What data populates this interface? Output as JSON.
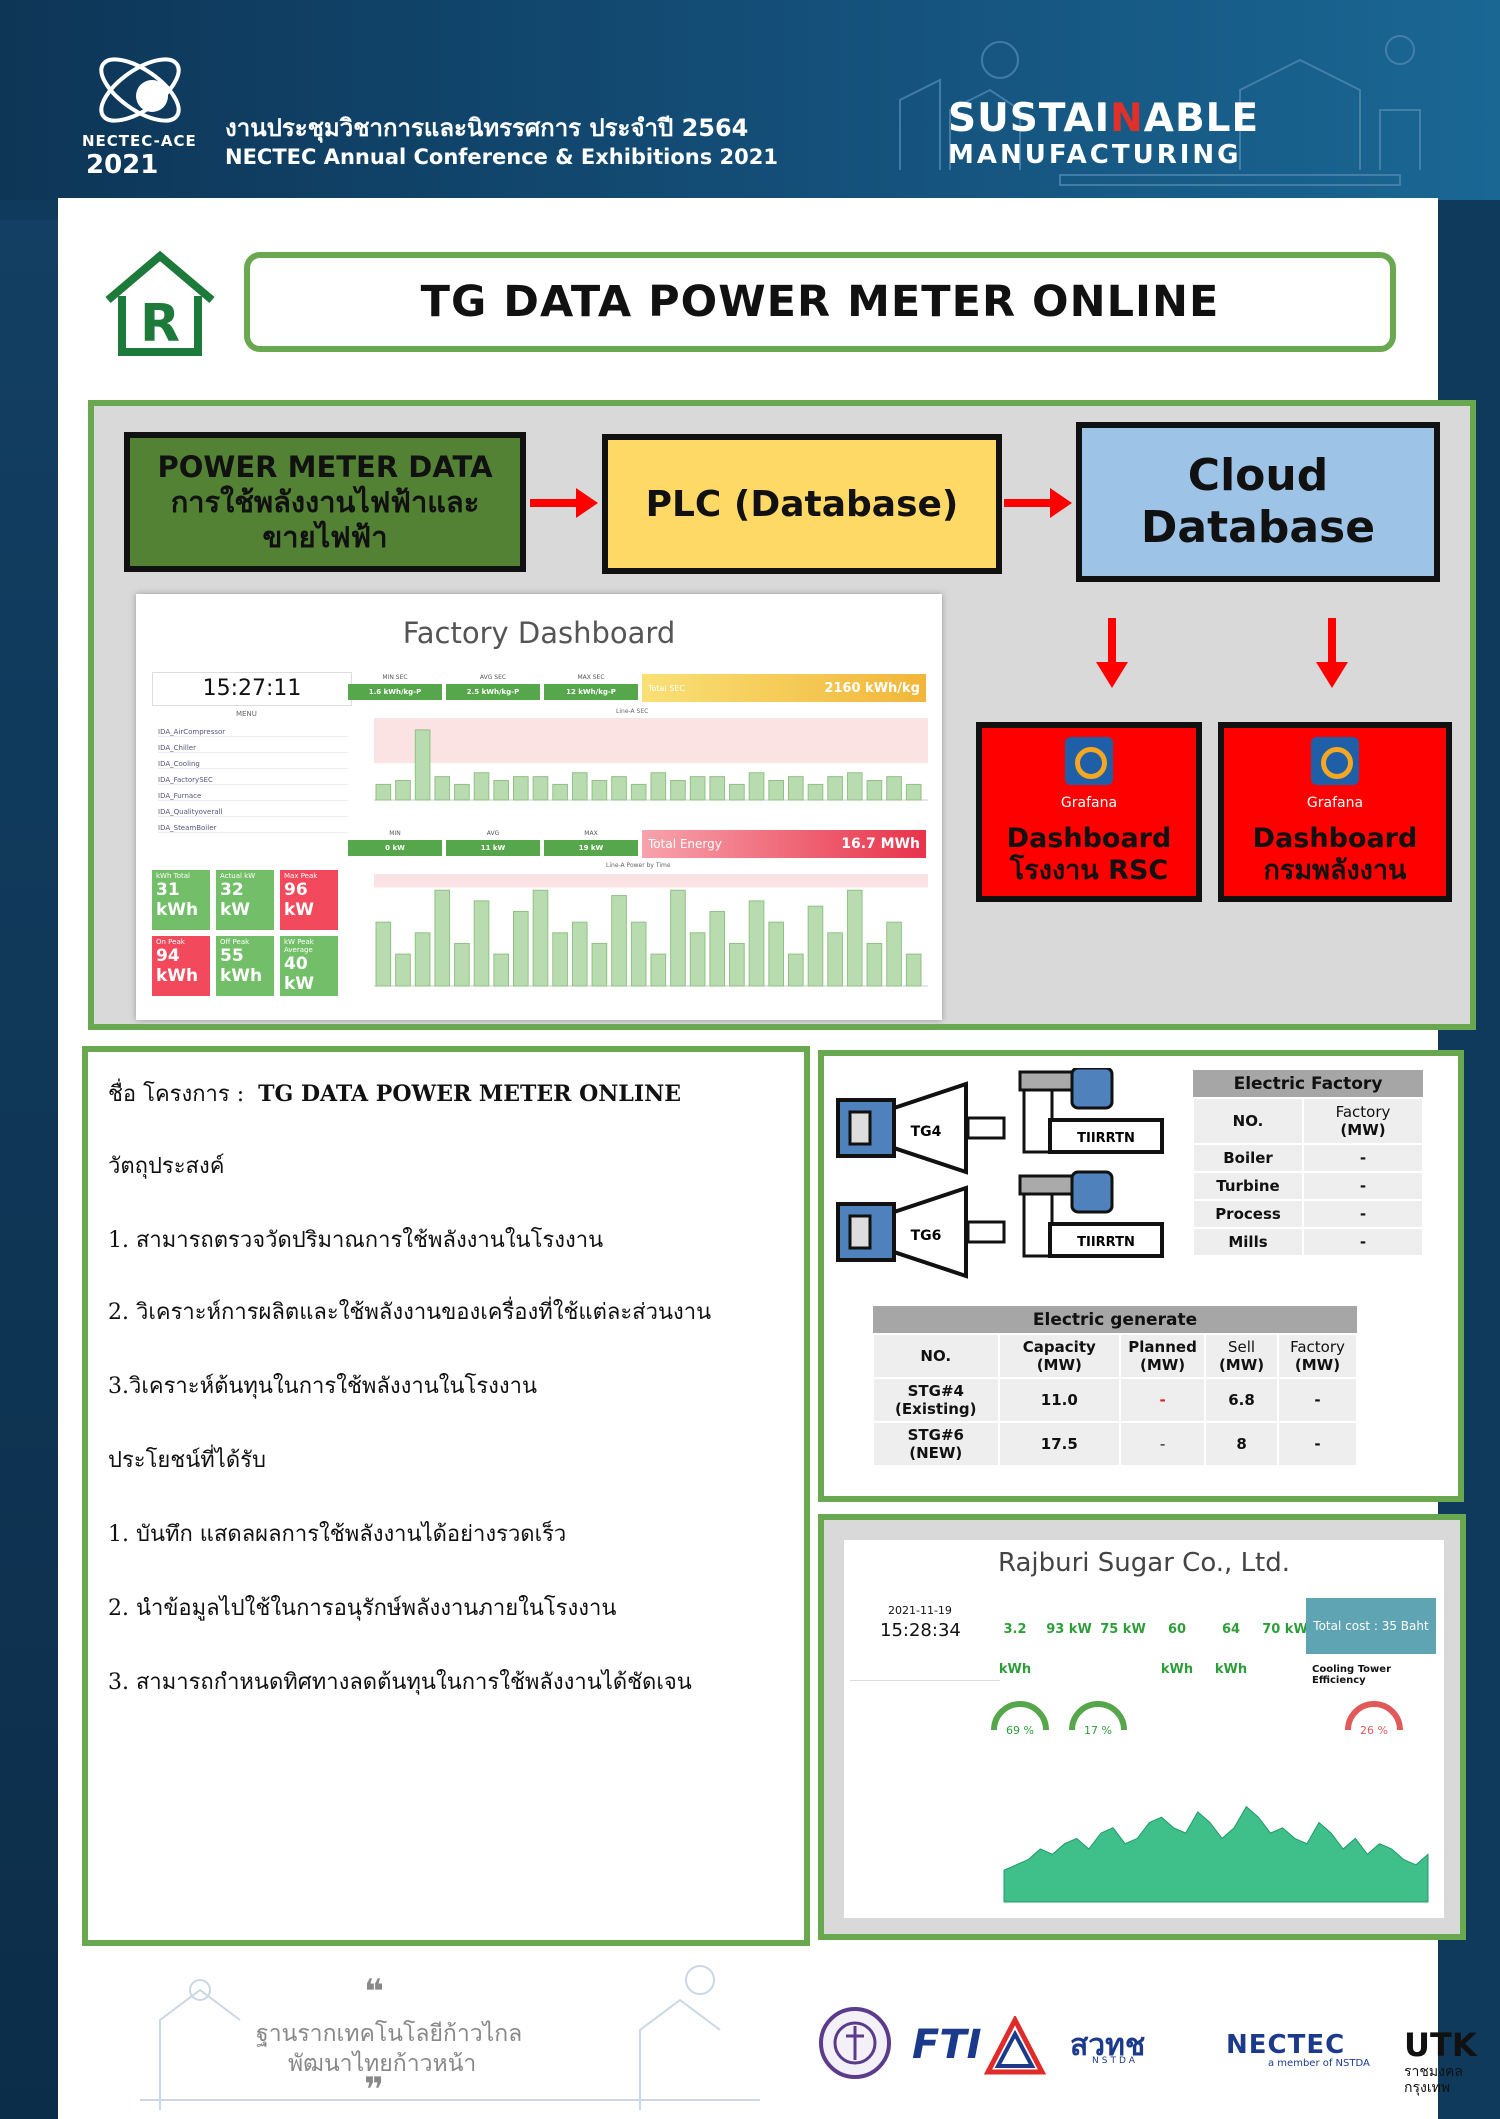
{
  "header": {
    "ace_label": "NECTEC-ACE",
    "ace_year": "2021",
    "conf_thai": "งานประชุมวิชาการและนิทรรศการ ประจำปี 2564",
    "conf_en": "NECTEC Annual Conference & Exhibitions 2021",
    "sustain_a": "SUSTAI",
    "sustain_n": "N",
    "sustain_b": "ABLE",
    "manufacturing": "MANUFACTURING"
  },
  "page_title": "TG DATA POWER METER ONLINE",
  "r_logo_letter": "R",
  "flow": {
    "power_meter_line1": "POWER METER DATA",
    "power_meter_line2": "การใช้พลังงานไฟฟ้าและ",
    "power_meter_line3": "ขายไฟฟ้า",
    "plc": "PLC (Database)",
    "cloud_line1": "Cloud",
    "cloud_line2": "Database",
    "grafana_label": "Grafana",
    "dash1_line1": "Dashboard",
    "dash1_line2": "โรงงาน RSC",
    "dash2_line1": "Dashboard",
    "dash2_line2": "กรมพลังงาน"
  },
  "factory_dashboard": {
    "title": "Factory Dashboard",
    "clock": "15:27:11",
    "menu_label": "MENU",
    "menu_items": [
      "IDA_AirCompressor",
      "IDA_Chiller",
      "IDA_Cooling",
      "IDA_FactorySEC",
      "IDA_Furnace",
      "IDA_Qualityoverall",
      "IDA_SteamBoiler"
    ],
    "sec_stats": [
      {
        "label": "MIN SEC",
        "value": "1.6 kWh/kg-P"
      },
      {
        "label": "AVG SEC",
        "value": "2.5 kWh/kg-P"
      },
      {
        "label": "MAX SEC",
        "value": "12 kWh/kg-P"
      }
    ],
    "total_sec_label": "Total SEC",
    "total_sec_value": "2160 kWh/kg",
    "line_sec_label": "Line-A SEC",
    "power_stats": [
      {
        "label": "MIN",
        "value": "0 kW"
      },
      {
        "label": "AVG",
        "value": "11 kW"
      },
      {
        "label": "MAX",
        "value": "19 kW"
      }
    ],
    "total_energy_label": "Total Energy",
    "total_energy_value": "16.7 MWh",
    "line_power_label": "Line-A Power by Time",
    "tiles": [
      {
        "label": "kWh Total",
        "value": "31 kWh",
        "color": "#73bf69"
      },
      {
        "label": "Actual kW",
        "value": "32 kW",
        "color": "#73bf69"
      },
      {
        "label": "Max Peak",
        "value": "96 kW",
        "color": "#f2495c"
      },
      {
        "label": "On Peak",
        "value": "94 kWh",
        "color": "#f2495c"
      },
      {
        "label": "Off Peak",
        "value": "55 kWh",
        "color": "#73bf69"
      },
      {
        "label": "kW Peak Average",
        "value": "40 kW",
        "color": "#73bf69"
      }
    ],
    "bars_sec": [
      0.2,
      0.25,
      0.9,
      0.3,
      0.2,
      0.35,
      0.25,
      0.3,
      0.3,
      0.2,
      0.35,
      0.25,
      0.3,
      0.2,
      0.35,
      0.25,
      0.3,
      0.3,
      0.2,
      0.35,
      0.25,
      0.3,
      0.2,
      0.3,
      0.35,
      0.25,
      0.3,
      0.2
    ],
    "bars_power": [
      0.6,
      0.3,
      0.5,
      0.9,
      0.4,
      0.8,
      0.3,
      0.7,
      0.9,
      0.5,
      0.6,
      0.4,
      0.85,
      0.6,
      0.3,
      0.9,
      0.5,
      0.7,
      0.4,
      0.8,
      0.6,
      0.3,
      0.75,
      0.5,
      0.9,
      0.4,
      0.6,
      0.3
    ]
  },
  "text_panel": {
    "project_label": "ชื่อ โครงการ :",
    "project_name": "TG DATA POWER METER ONLINE",
    "objective_heading": "วัตถุประสงค์",
    "objectives": [
      "1. สามารถตรวจวัดปริมาณการใช้พลังงานในโรงงาน",
      "2. วิเคราะห์การผลิตและใช้พลังงานของเครื่องที่ใช้แต่ละส่วนงาน",
      "3.วิเคราะห์ต้นทุนในการใช้พลังงานในโรงงาน"
    ],
    "benefit_heading": "ประโยชน์ที่ได้รับ",
    "benefits": [
      "1.  บันทึก แสดลผลการใช้พลังงานได้อย่างรวดเร็ว",
      "2. นำข้อมูลไปใช้ในการอนุรักษ์พลังงานภายในโรงงาน",
      "3. สามารถกำหนดทิศทางลดต้นทุนในการใช้พลังงานได้ชัดเจน"
    ]
  },
  "turbines": [
    {
      "label": "TG4",
      "gen": "TIIRRTN"
    },
    {
      "label": "TG6",
      "gen": "TIIRRTN"
    }
  ],
  "electric_factory": {
    "title": "Electric Factory",
    "col_no": "NO.",
    "col_factory_1": "Factory",
    "col_factory_2": "(MW)",
    "rows": [
      {
        "name": "Boiler",
        "value": "-"
      },
      {
        "name": "Turbine",
        "value": "-"
      },
      {
        "name": "Process",
        "value": "-"
      },
      {
        "name": "Mills",
        "value": "-"
      }
    ]
  },
  "electric_generate": {
    "title": "Electric generate",
    "headers": [
      {
        "top": "NO.",
        "bottom": ""
      },
      {
        "top": "Capacity",
        "bottom": "(MW)"
      },
      {
        "top": "Planned",
        "bottom": "(MW)"
      },
      {
        "top": "Sell",
        "bottom": "(MW)"
      },
      {
        "top": "Factory",
        "bottom": "(MW)"
      }
    ],
    "rows": [
      {
        "no_1": "STG#4",
        "no_2": "(Existing)",
        "capacity": "11.0",
        "planned": "-",
        "sell": "6.8",
        "factory": "-"
      },
      {
        "no_1": "STG#6",
        "no_2": "(NEW)",
        "capacity": "17.5",
        "planned": "-",
        "sell": "8",
        "factory": "-"
      }
    ]
  },
  "rajburi": {
    "title": "Rajburi Sugar Co., Ltd.",
    "date": "2021-11-19",
    "time": "15:28:34",
    "tiles": [
      "3.2 kWh",
      "93 kW",
      "75 kW",
      "60 kWh",
      "64 kWh",
      "70 kW"
    ],
    "total_cost": "Total cost :  35 Baht",
    "cooling_label": "Cooling Tower Efficiency",
    "gauges": [
      "69 %",
      "17 %",
      "26 %"
    ],
    "wave": [
      0.3,
      0.35,
      0.4,
      0.5,
      0.45,
      0.55,
      0.6,
      0.5,
      0.65,
      0.7,
      0.55,
      0.6,
      0.75,
      0.8,
      0.7,
      0.65,
      0.85,
      0.75,
      0.6,
      0.7,
      0.9,
      0.8,
      0.65,
      0.7,
      0.6,
      0.55,
      0.75,
      0.65,
      0.5,
      0.6,
      0.45,
      0.55,
      0.5,
      0.4,
      0.35,
      0.45
    ]
  },
  "footer": {
    "slogan_1": "ฐานรากเทคโนโลยีก้าวไกล",
    "slogan_2": "พัฒนาไทยก้าวหน้า",
    "logo_fti": "FTI",
    "logo_nstda": "สวทช",
    "logo_nstda_sub": "NSTDA",
    "logo_nectec": "NECTEC",
    "logo_nectec_sub": "a member of NSTDA",
    "logo_utk": "UTK",
    "logo_utk_sub_1": "ราชมงคล",
    "logo_utk_sub_2": "กรุงเทพ"
  },
  "colors": {
    "accent_green": "#6aa84f",
    "power_meter_green": "#548235",
    "plc_yellow": "#ffd966",
    "cloud_blue": "#9dc3e6",
    "dashboard_red": "#ff0000"
  }
}
